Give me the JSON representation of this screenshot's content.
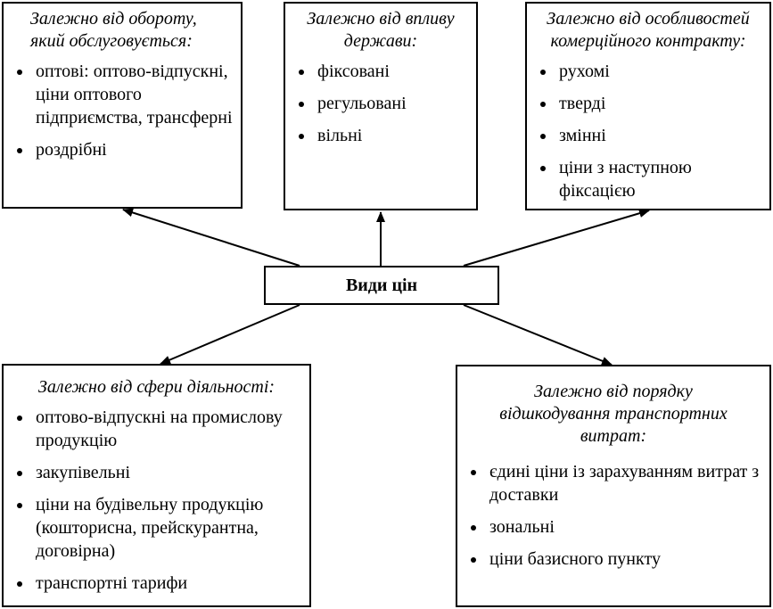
{
  "center": {
    "label": "Види цін"
  },
  "boxes": {
    "turnover": {
      "title": "Залежно від обороту, який обслуговується:",
      "items": [
        "оптові: оптово-відпускні, ціни оптового підприємства, трансферні",
        "роздрібні"
      ]
    },
    "state": {
      "title": "Залежно від впливу держави:",
      "items": [
        "фіксовані",
        "регульовані",
        "вільні"
      ]
    },
    "contract": {
      "title": "Залежно від особливостей комерційного контракту:",
      "items": [
        "рухомі",
        "тверді",
        "змінні",
        "ціни з наступною фіксацією"
      ]
    },
    "activity": {
      "title": "Залежно від сфери діяльності:",
      "items": [
        "оптово-відпускні на промислову продукцію",
        "закупівельні",
        "ціни на будівельну продукцію (кошторисна, прейскурантна, договірна)",
        "транспортні тарифи"
      ]
    },
    "transport": {
      "title": "Залежно від порядку відшкодування транспортних витрат:",
      "items": [
        "єдині ціни із зарахуванням витрат з доставки",
        "зональні",
        "ціни базисного пункту"
      ]
    }
  }
}
